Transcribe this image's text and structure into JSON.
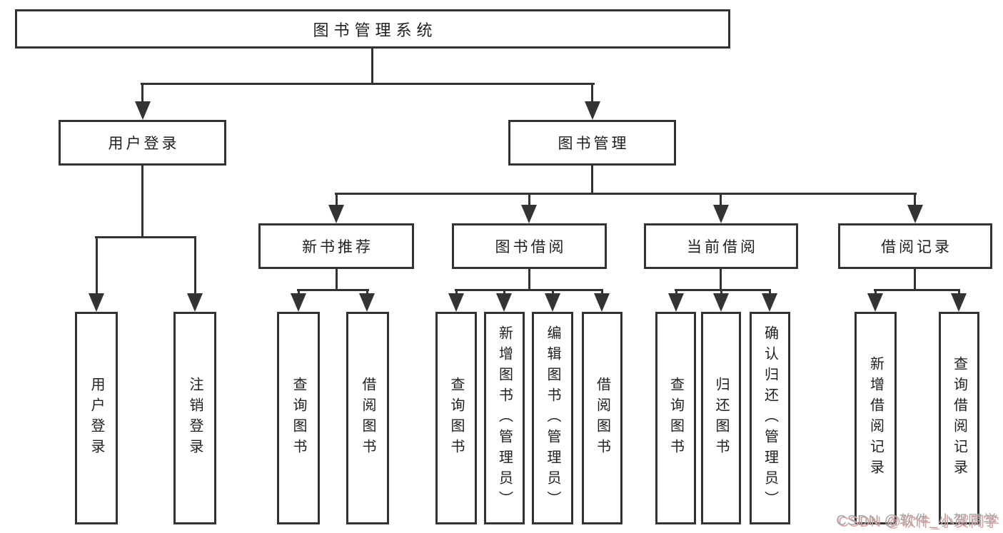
{
  "tree": {
    "label": "图书管理系统",
    "children": [
      {
        "label": "用户登录",
        "children": [
          {
            "label": "用户登录"
          },
          {
            "label": "注销登录"
          }
        ]
      },
      {
        "label": "图书管理",
        "children": [
          {
            "label": "新书推荐",
            "children": [
              {
                "label": "查询图书"
              },
              {
                "label": "借阅图书"
              }
            ]
          },
          {
            "label": "图书借阅",
            "children": [
              {
                "label": "查询图书"
              },
              {
                "label": "新增图书（管理员）"
              },
              {
                "label": "编辑图书（管理员）"
              },
              {
                "label": "借阅图书"
              }
            ]
          },
          {
            "label": "当前借阅",
            "children": [
              {
                "label": "查询图书"
              },
              {
                "label": "归还图书"
              },
              {
                "label": "确认归还（管理员）"
              }
            ]
          },
          {
            "label": "借阅记录",
            "children": [
              {
                "label": "新增借阅记录"
              },
              {
                "label": "查询借阅记录"
              }
            ]
          }
        ]
      }
    ]
  },
  "watermark": {
    "text": "CSDN @软件_小贺同学"
  },
  "colors": {
    "line": "#333333",
    "box_border": "#333333",
    "text": "#1f1f1f",
    "background": "#ffffff",
    "watermark_gray": "#a5a5a5",
    "watermark_red": "#e29c9c"
  }
}
